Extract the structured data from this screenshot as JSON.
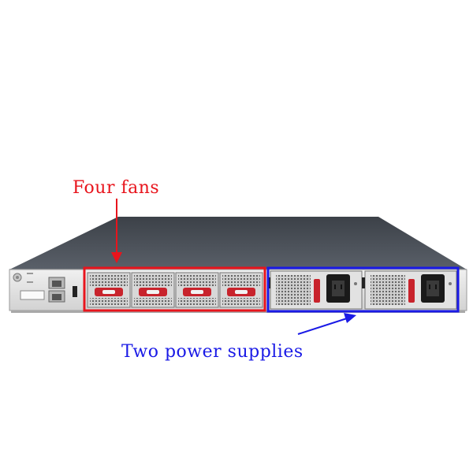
{
  "annotations": {
    "fans": {
      "text": "Four fans",
      "color": "#e8141c",
      "count": 4
    },
    "power_supplies": {
      "text": "Two power supplies",
      "color": "#1a1ae6",
      "count": 2
    }
  },
  "device": {
    "body_color": "#4a5058",
    "face_color": "#e6e6e6"
  }
}
